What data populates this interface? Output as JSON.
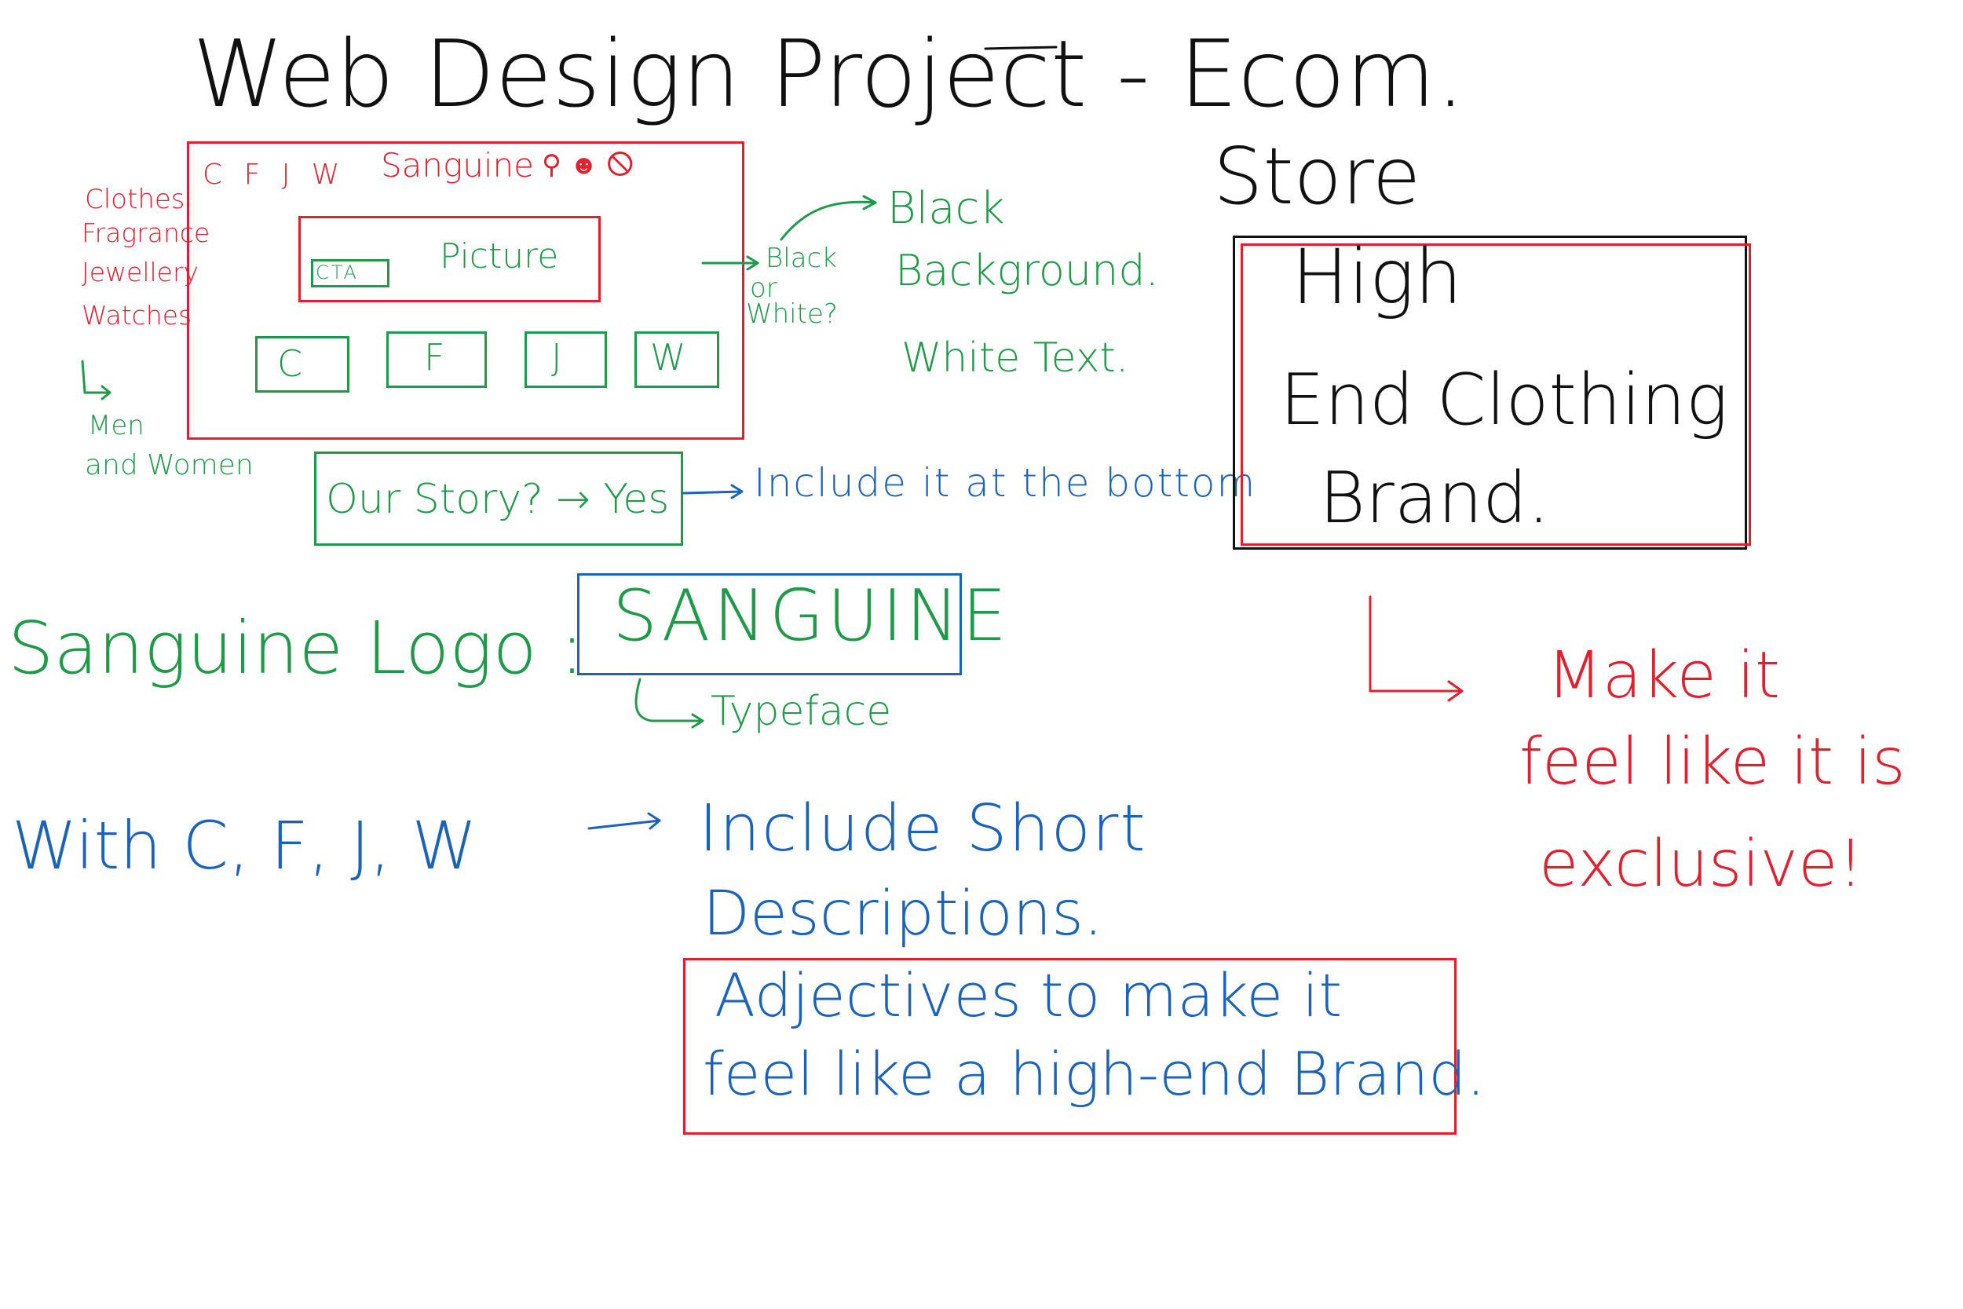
{
  "title": "Web Design Project - Ecom.",
  "store": "Store",
  "mockup": {
    "nav_letters": "C F J W",
    "brand": "Sanguine",
    "hero_label": "Picture",
    "cta_label": "CTA",
    "categories": [
      "C",
      "F",
      "J",
      "W"
    ]
  },
  "side_list": {
    "items": [
      "Clothes",
      "Fragrance",
      "Jewellery",
      "Watches"
    ],
    "audience_line1": "Men",
    "audience_line2": "and Women"
  },
  "color_note": {
    "question_line1": "Black",
    "question_line2": "or",
    "question_line3": "White?",
    "answer_line1": "Black",
    "answer_line2": "Background.",
    "answer_line3": "White Text."
  },
  "story": {
    "question": "Our Story? → Yes",
    "note": "Include it at the bottom"
  },
  "high_end": {
    "line1": "High",
    "line2": "End Clothing",
    "line3": "Brand."
  },
  "exclusive_note": {
    "line1": "Make it",
    "line2": "feel like it is",
    "line3": "exclusive!"
  },
  "logo": {
    "label": "Sanguine Logo :",
    "wordmark": "SANGUINE",
    "typeface_note": "Typeface"
  },
  "descriptions": {
    "with": "With C, F, J, W",
    "line1": "Include Short",
    "line2": "Descriptions.",
    "adjectives_line1": "Adjectives to make it",
    "adjectives_line2": "feel like a high-end Brand."
  },
  "colors": {
    "red": "#e0202f",
    "green": "#1f9a48",
    "blue": "#1a63b8",
    "black": "#111111"
  }
}
